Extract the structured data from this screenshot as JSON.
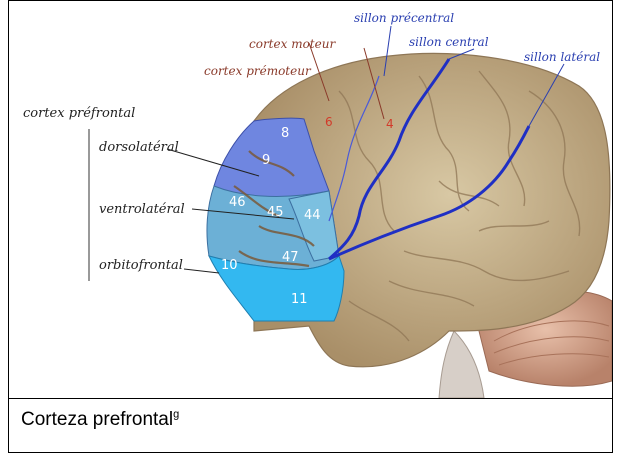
{
  "figure": {
    "labels": {
      "prefrontal": "cortex préfrontal",
      "dorsolateral": "dorsolatéral",
      "ventrolateral": "ventrolatéral",
      "orbitofrontal": "orbitofrontal",
      "premotor": "cortex prémoteur",
      "motor": "cortex moteur",
      "precentral": "sillon précentral",
      "central": "sillon central",
      "lateral": "sillon latéral"
    },
    "areas": {
      "a8": "8",
      "a9": "9",
      "a46": "46",
      "a45": "45",
      "a44": "44",
      "a10": "10",
      "a47": "47",
      "a11": "11",
      "a6": "6",
      "a4": "4"
    },
    "colors": {
      "brain": "#c9b48f",
      "dorsolateral": "#6f86e0",
      "ventrolateral": "#6cb0d6",
      "orbitofrontal": "#33b8f0",
      "sulcus": "#1f2fc4",
      "cerebellum": "#d9a58c"
    }
  },
  "caption": {
    "text": "Corteza prefrontal",
    "superscript": "g"
  }
}
